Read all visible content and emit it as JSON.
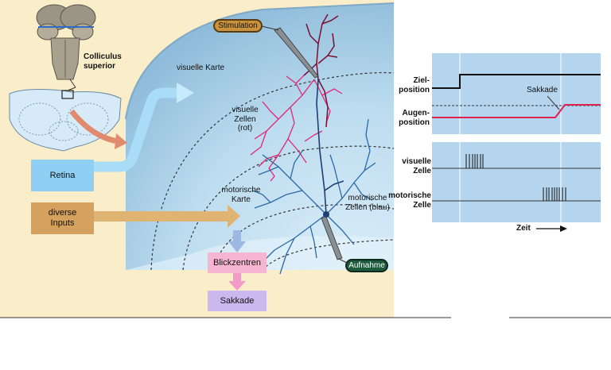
{
  "labels": {
    "colliculus": "Colliculus superior",
    "retina": "Retina",
    "diverse_inputs": "diverse Inputs",
    "visuelle_karte": "visuelle Karte",
    "visuelle_zellen": "visuelle Zellen (rot)",
    "motorische_karte": "motorische Karte",
    "motorische_zellen": "motorische Zellen (blau)",
    "stimulation": "Stimulation",
    "aufnahme": "Aufnahme",
    "blickzentren": "Blickzentren",
    "sakkade_box": "Sakkade"
  },
  "traces": {
    "zielposition": "Ziel-\nposition",
    "augenposition": "Augen-\nposition",
    "sakkade": "Sakkade",
    "visuelle_zelle": "visuelle\nZelle",
    "motorische_zelle": "motorische\nZelle",
    "zeit": "Zeit"
  },
  "colors": {
    "panel_bg": "#faeeca",
    "tissue": "#b9d9ec",
    "trace_bg": "#b5d5ef",
    "retina_box": "#8fcff3",
    "inputs_box": "#d4a25e",
    "blick_box": "#f6b6d2",
    "sakkade_box": "#cab8ee",
    "visual_cells": "#e0287a",
    "motor_cells": "#2a6aa6",
    "eye_trace": "#e0204f"
  }
}
